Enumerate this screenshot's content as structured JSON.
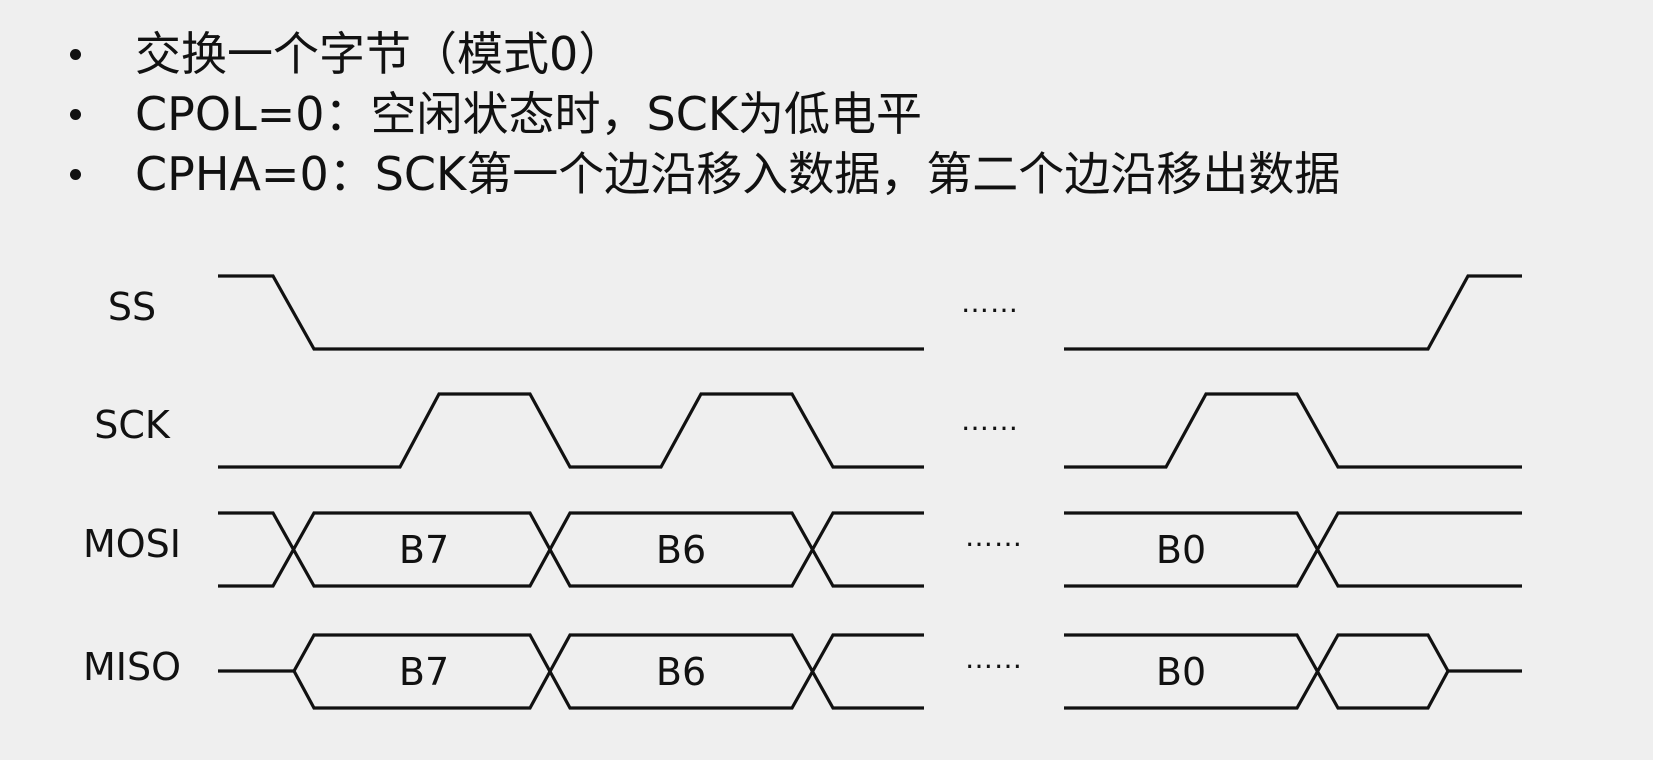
{
  "bullets": [
    "交换一个字节（模式0）",
    "CPOL=0：空闲状态时，SCK为低电平",
    "CPHA=0：SCK第一个边沿移入数据，第二个边沿移出数据"
  ],
  "signals": {
    "ss": "SS",
    "sck": "SCK",
    "mosi": "MOSI",
    "miso": "MISO"
  },
  "bytes": {
    "mosi": [
      "B7",
      "B6",
      "B0"
    ],
    "miso": [
      "B7",
      "B6",
      "B0"
    ]
  },
  "ellipsis": "……"
}
